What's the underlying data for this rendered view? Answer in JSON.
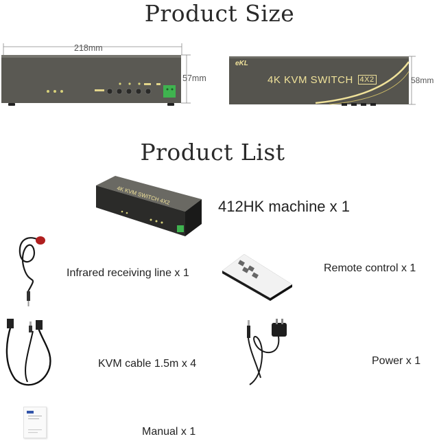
{
  "titles": {
    "size": "Product Size",
    "list": "Product List"
  },
  "dimensions": {
    "width": "218mm",
    "front_height": "57mm",
    "side_height": "58mm"
  },
  "device_labels": {
    "brand": "eKL",
    "model": "4K KVM SWITCH",
    "config": "4X2"
  },
  "items": [
    {
      "label": "412HK machine x 1"
    },
    {
      "label": "Infrared receiving line x 1"
    },
    {
      "label": "Remote control x 1"
    },
    {
      "label": "KVM cable 1.5m x 4"
    },
    {
      "label": "Power x 1"
    },
    {
      "label": "Manual x 1"
    }
  ],
  "colors": {
    "device_body": "#5c5b55",
    "accent_gold": "#e8d98a",
    "terminal_green": "#3fb34f"
  }
}
